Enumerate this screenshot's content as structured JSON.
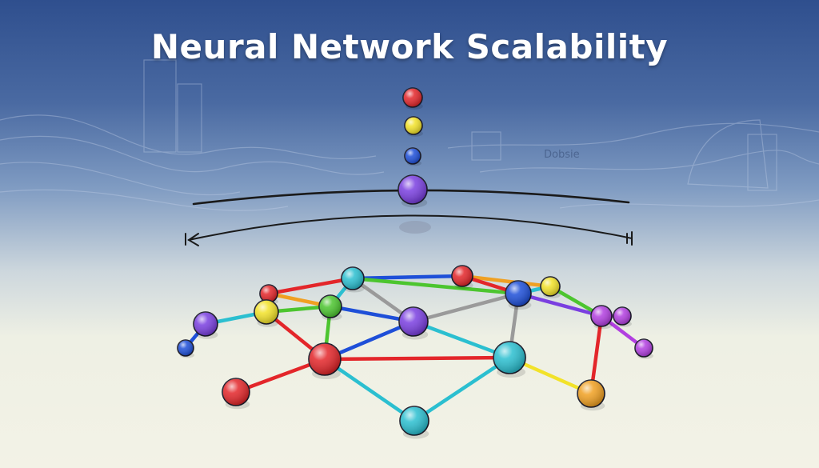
{
  "title": "Neural Network Scalability",
  "background_label": "Dobsie",
  "colors": {
    "red": "#e3262a",
    "yellow": "#f2e229",
    "blue": "#1e4fd8",
    "purple": "#7a3fe0",
    "cyan": "#2bbfd0",
    "green": "#4cc52f",
    "orange": "#f0a022",
    "violet": "#b23fe0"
  },
  "stack_nodes": [
    {
      "id": "s1",
      "color": "red"
    },
    {
      "id": "s2",
      "color": "yellow"
    },
    {
      "id": "s3",
      "color": "blue"
    },
    {
      "id": "s4",
      "color": "purple"
    }
  ],
  "network_nodes": [
    {
      "id": "n1",
      "color": "blue"
    },
    {
      "id": "n2",
      "color": "purple"
    },
    {
      "id": "n3",
      "color": "red"
    },
    {
      "id": "n4",
      "color": "yellow"
    },
    {
      "id": "n5",
      "color": "cyan"
    },
    {
      "id": "n6",
      "color": "green"
    },
    {
      "id": "n7",
      "color": "purple"
    },
    {
      "id": "n8",
      "color": "red"
    },
    {
      "id": "n9",
      "color": "red"
    },
    {
      "id": "n10",
      "color": "cyan"
    },
    {
      "id": "n11",
      "color": "blue"
    },
    {
      "id": "n12",
      "color": "yellow"
    },
    {
      "id": "n13",
      "color": "violet"
    },
    {
      "id": "n14",
      "color": "violet"
    },
    {
      "id": "n15",
      "color": "violet"
    },
    {
      "id": "n16",
      "color": "cyan"
    },
    {
      "id": "n17",
      "color": "red"
    },
    {
      "id": "n18",
      "color": "orange"
    }
  ],
  "edges": [
    {
      "from": "n1",
      "to": "n2",
      "color": "blue"
    },
    {
      "from": "n2",
      "to": "n4",
      "color": "cyan"
    },
    {
      "from": "n3",
      "to": "n5",
      "color": "red"
    },
    {
      "from": "n3",
      "to": "n4",
      "color": "red"
    },
    {
      "from": "n4",
      "to": "n6",
      "color": "green"
    },
    {
      "from": "n4",
      "to": "n9",
      "color": "red"
    },
    {
      "from": "n5",
      "to": "n6",
      "color": "cyan"
    },
    {
      "from": "n5",
      "to": "n7",
      "color": "gray"
    },
    {
      "from": "n5",
      "to": "n8",
      "color": "blue"
    },
    {
      "from": "n5",
      "to": "n11",
      "color": "green"
    },
    {
      "from": "n6",
      "to": "n7",
      "color": "blue"
    },
    {
      "from": "n6",
      "to": "n9",
      "color": "green"
    },
    {
      "from": "n7",
      "to": "n11",
      "color": "gray"
    },
    {
      "from": "n7",
      "to": "n16",
      "color": "cyan"
    },
    {
      "from": "n9",
      "to": "n7",
      "color": "blue"
    },
    {
      "from": "n8",
      "to": "n12",
      "color": "orange"
    },
    {
      "from": "n8",
      "to": "n11",
      "color": "red"
    },
    {
      "from": "n11",
      "to": "n12",
      "color": "cyan"
    },
    {
      "from": "n11",
      "to": "n16",
      "color": "gray"
    },
    {
      "from": "n11",
      "to": "n13",
      "color": "purple"
    },
    {
      "from": "n12",
      "to": "n13",
      "color": "green"
    },
    {
      "from": "n13",
      "to": "n14",
      "color": "violet"
    },
    {
      "from": "n13",
      "to": "n15",
      "color": "violet"
    },
    {
      "from": "n13",
      "to": "n18",
      "color": "red"
    },
    {
      "from": "n9",
      "to": "n16",
      "color": "red"
    },
    {
      "from": "n9",
      "to": "n17",
      "color": "red"
    },
    {
      "from": "n9",
      "to": "n10",
      "color": "cyan"
    },
    {
      "from": "n10",
      "to": "n16",
      "color": "cyan"
    },
    {
      "from": "n16",
      "to": "n18",
      "color": "yellow"
    },
    {
      "from": "n3",
      "to": "n6",
      "color": "orange"
    }
  ]
}
